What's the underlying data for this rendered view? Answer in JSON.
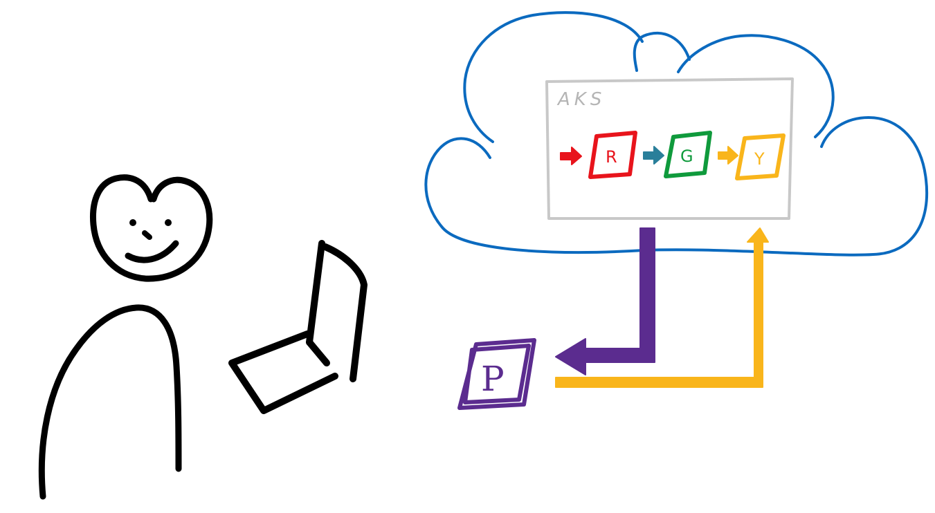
{
  "diagram": {
    "cluster_label": "AKS",
    "pipeline_stages": [
      {
        "letter": "R",
        "color": "#e8141c"
      },
      {
        "letter": "G",
        "color": "#0f9a3c"
      },
      {
        "letter": "Y",
        "color": "#f9b51b"
      }
    ],
    "external_box": {
      "letter": "P",
      "color": "#5b2c8f"
    },
    "colors": {
      "cloud": "#0b6abf",
      "cluster_border": "#c8c8c8",
      "person": "#000000",
      "arrow_in": "#e8141c",
      "arrow_r_to_g": "#2a7f9a",
      "arrow_g_to_y": "#f9b51b",
      "export_arrow": "#5b2c8f",
      "return_arrow": "#f9b51b"
    },
    "icons": [
      "person-icon",
      "laptop-icon",
      "cloud-icon"
    ]
  }
}
